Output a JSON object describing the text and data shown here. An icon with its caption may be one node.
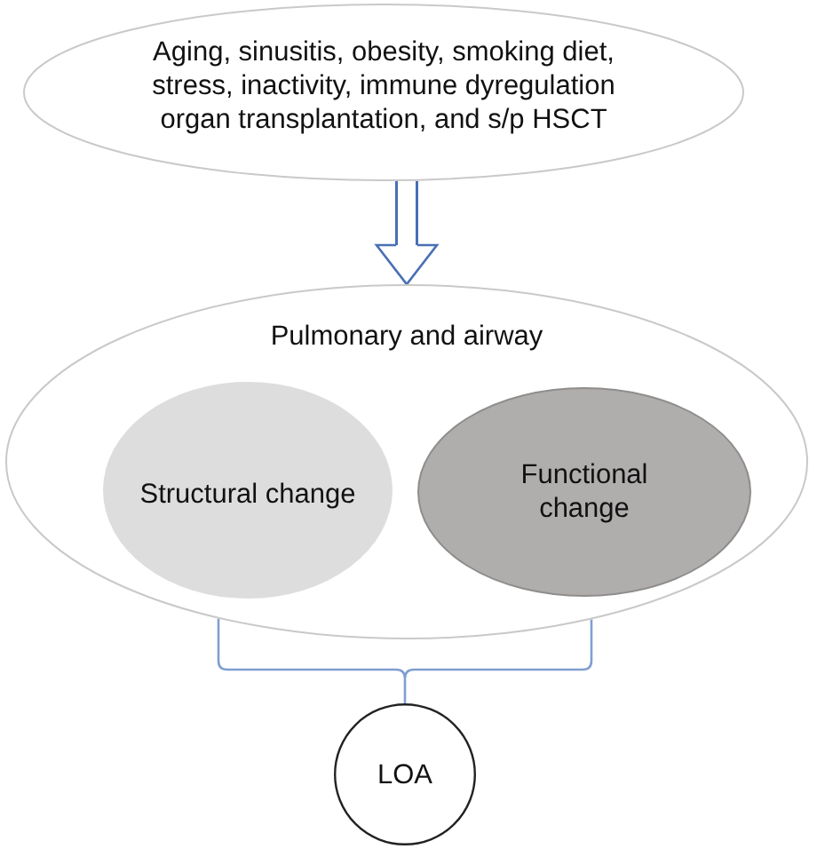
{
  "diagram": {
    "nodes": [
      {
        "text": [
          "Aging, sinusitis, obesity, smoking diet, stress, inactivity, immune dyregulation organ transplantation, and s/p HSCT"
        ]
      },
      {
        "text": [
          "Pulmonary and airway"
        ]
      },
      {
        "text": [
          "Structural change"
        ],
        "in": 1
      },
      {
        "text": [
          "Functional change"
        ],
        "in": 1
      },
      {
        "text": [
          "LOA"
        ]
      }
    ],
    "edges": [
      {
        "from": 0,
        "to": 1,
        "arrow": "to",
        "color": "#4a6fb5"
      },
      {
        "from": 1,
        "to": 4,
        "arrow": "none",
        "color": "#7f9fd0"
      }
    ]
  }
}
